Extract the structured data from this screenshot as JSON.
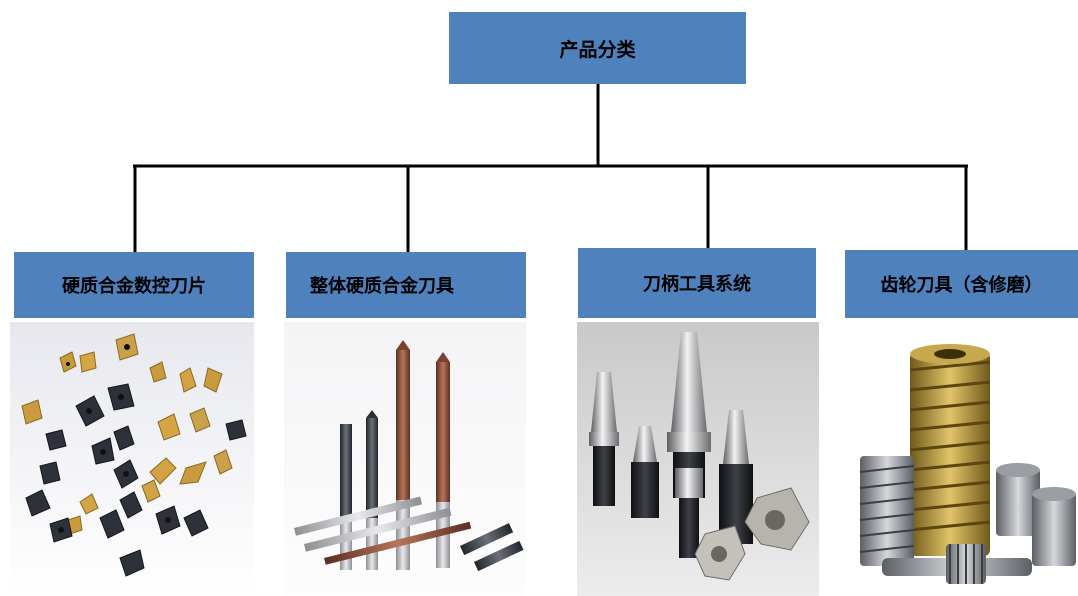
{
  "root": {
    "label": "产品分类"
  },
  "categories": [
    {
      "label": "硬质合金数控刀片"
    },
    {
      "label": "整体硬质合金刀具"
    },
    {
      "label": "刀柄工具系统"
    },
    {
      "label": "齿轮刀具（含修磨）"
    }
  ],
  "colors": {
    "box_fill": "#4f81bd",
    "connector": "#000000"
  },
  "photos": [
    {
      "icon": "cnc-inserts-photo"
    },
    {
      "icon": "solid-carbide-drills-photo"
    },
    {
      "icon": "tool-holders-photo"
    },
    {
      "icon": "gear-hobs-photo"
    }
  ]
}
